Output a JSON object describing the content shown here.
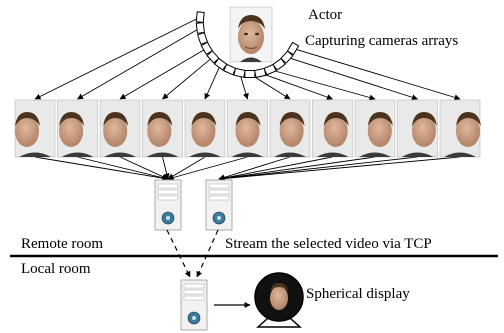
{
  "labels": {
    "actor": "Actor",
    "cameras": "Capturing cameras arrays",
    "remote_room": "Remote room",
    "stream": "Stream the selected video via TCP",
    "local_room": "Local room",
    "display": "Spherical display"
  },
  "nodes": {
    "actor": "face-photo",
    "cameras": "camera-icon",
    "views": "face-photo",
    "servers": "computer-tower-icon",
    "display": "spherical-display-icon"
  },
  "counts": {
    "cameras": 14,
    "views": 11,
    "remote_servers": 2,
    "local_servers": 1
  },
  "colors": {
    "line": "#000000",
    "skin": "#caa087",
    "hair": "#4a3420",
    "tower": "#f2f2f2",
    "disk": "#3a7f9a"
  }
}
